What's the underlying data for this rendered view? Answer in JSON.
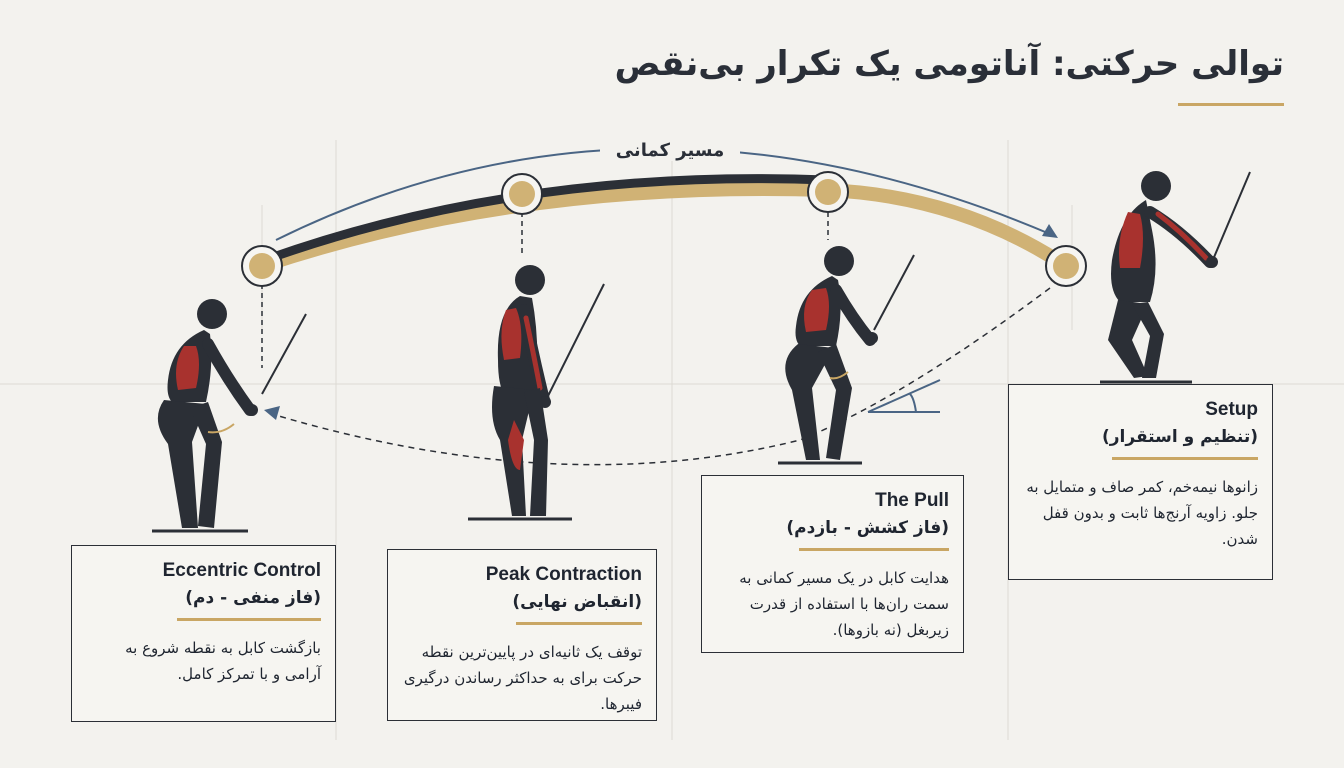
{
  "title": "توالی حرکتی: آناتومی یک تکرار بی‌نقص",
  "arc_label": "مسیر کمانی",
  "colors": {
    "background": "#f3f2ee",
    "accent_gold": "#c9a664",
    "dark": "#2b2f36",
    "muscle_red": "#a8322e",
    "arrow_blue": "#4a6584"
  },
  "figure_icons": [
    "person-setup-icon",
    "person-pull-icon",
    "person-peak-icon",
    "person-eccentric-icon",
    "cable-handle-icon",
    "angle-icon"
  ],
  "phases": [
    {
      "title_en": "Setup",
      "title_fa": "(تنظیم و استقرار)",
      "description": "زانوها نیمه‌خم، کمر صاف و متمایل به جلو. زاویه آرنج‌ها ثابت و بدون قفل شدن."
    },
    {
      "title_en": "The Pull",
      "title_fa": "(فاز کشش - بازدم)",
      "description": "هدایت کابل در یک مسیر کمانی به سمت ران‌ها با استفاده از قدرت زیربغل (نه بازوها)."
    },
    {
      "title_en": "Peak Contraction",
      "title_fa": "(انقباض نهایی)",
      "description": "توقف یک ثانیه‌ای در پایین‌ترین نقطه حرکت برای به حداکثر رساندن درگیری فیبرها."
    },
    {
      "title_en": "Eccentric Control",
      "title_fa": "(فاز منفی - دم)",
      "description": "بازگشت کابل به نقطه شروع به آرامی و با تمرکز کامل."
    }
  ]
}
